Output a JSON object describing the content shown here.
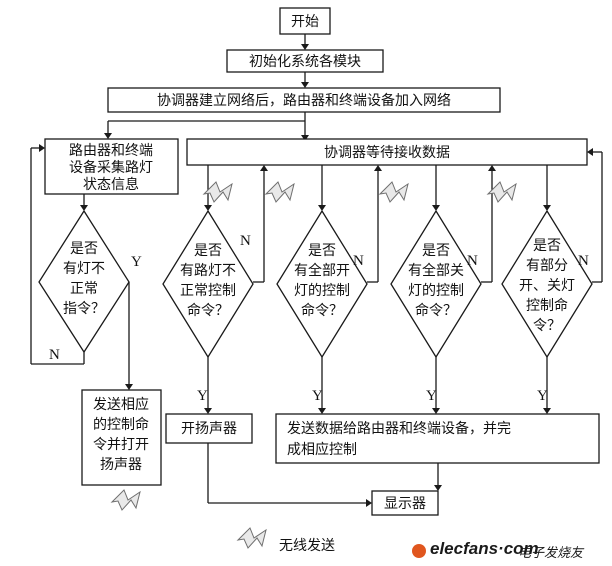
{
  "diagram": {
    "start": "开始",
    "init": "初始化系统各模块",
    "network": "协调器建立网络后，路由器和终端设备加入网络",
    "collect": [
      "路由器和终端",
      "设备采集路灯",
      "状态信息"
    ],
    "wait": "协调器等待接收数据",
    "decision_lamp_abnormal": [
      "是否",
      "有灯不",
      "正常",
      "指令？"
    ],
    "decision_abnormal_cmd": [
      "是否",
      "有路灯不",
      "正常控制",
      "命令？"
    ],
    "decision_all_on": [
      "是否",
      "有全部开",
      "灯的控制",
      "命令？"
    ],
    "decision_all_off": [
      "是否",
      "有全部关",
      "灯的控制",
      "命令？"
    ],
    "decision_partial": [
      "是否",
      "有部分",
      "开、关灯",
      "控制命",
      "令？"
    ],
    "send_control": [
      "发送相应",
      "的控制命",
      "令并打开",
      "扬声器"
    ],
    "speaker_on": "开扬声器",
    "send_data": [
      "发送数据给路由器和终端设备，并完",
      "成相应控制"
    ],
    "display": "显示器",
    "yes": "Y",
    "no": "N",
    "legend_label": "无线发送"
  },
  "watermark": {
    "brand": "elecfans·com",
    "brand_cn": "电子发烧友"
  },
  "colors": {
    "line": "#1a1a1a",
    "bolt_fill": "#e9e9e9",
    "logo_accent": "#e0561e"
  }
}
